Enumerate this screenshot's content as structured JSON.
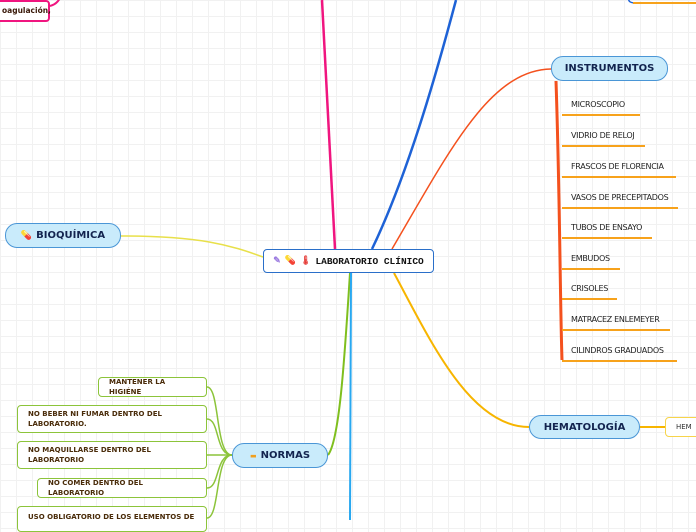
{
  "central": {
    "label": "LABORATORIO CLÍNICO",
    "icons": [
      "syringe-icon",
      "pill-icon",
      "thermometer-icon"
    ]
  },
  "top_left_node": {
    "label": "oagulación,"
  },
  "bioquimica": {
    "label": "BIOQUÍMICA",
    "icon": "pill-icon"
  },
  "instrumentos": {
    "label": "INSTRUMENTOS",
    "items": [
      "MICROSCOPIO",
      "VIDRIO DE RELOJ",
      "FRASCOS DE FLORENCIA",
      "VASOS DE PRECEPITADOS",
      "TUBOS DE ENSAYO",
      "EMBUDOS",
      "CRISOLES",
      "MATRACEZ ENLEMEYER",
      "CILINDROS GRADUADOS"
    ]
  },
  "hematologia": {
    "label": "HEMATOLOGÍA",
    "child": "HEM"
  },
  "normas": {
    "label": "NORMAS",
    "icon": "cigarette-icon",
    "items": [
      "MANTENER LA HIGIÉNE",
      "NO BEBER NI FUMAR DENTRO DEL LABORATORIO.",
      "NO MAQUILLARSE DENTRO DEL LABORATORIO",
      "NO COMER DENTRO DEL LABORATORIO",
      "USO OBLIGATORIO DE LOS ELEMENTOS DE"
    ]
  },
  "colors": {
    "pink": "#f0157f",
    "blue": "#1e62d6",
    "orange": "#f4511e",
    "yellow": "#f7b500",
    "green": "#7fbf1e",
    "cyan": "#29a8f0",
    "lime": "#e8e04a"
  }
}
